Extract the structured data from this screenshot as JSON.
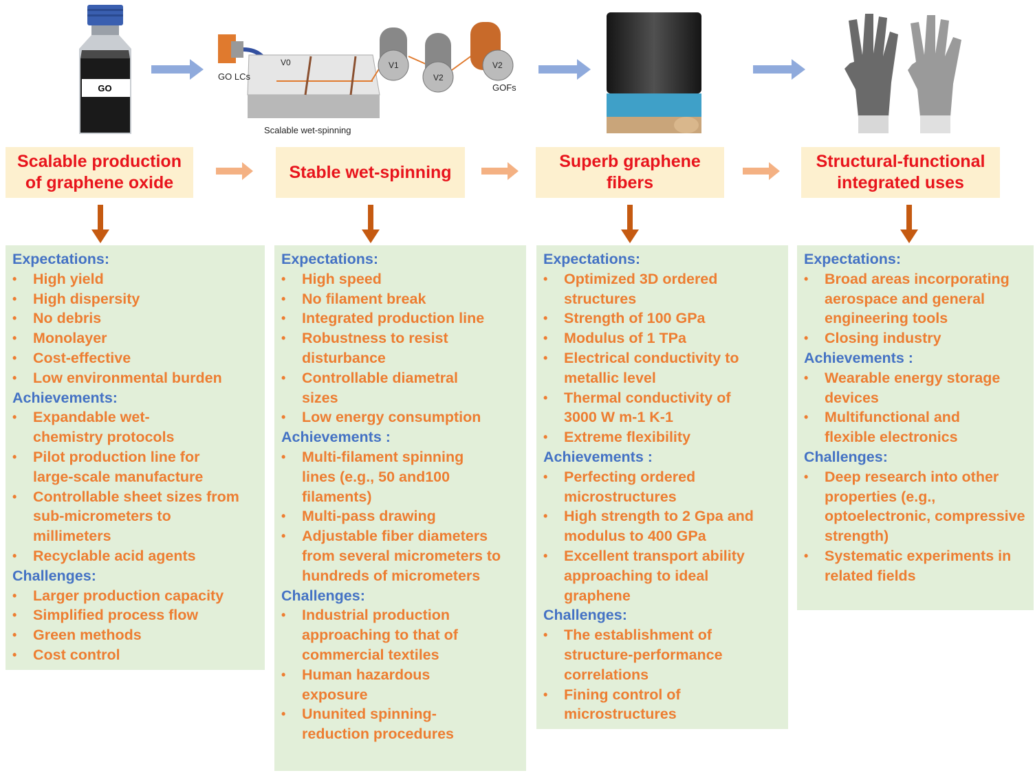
{
  "images": {
    "bottle_label": "GO",
    "spinning_labels": {
      "source": "GO LCs",
      "v0": "V0",
      "v1": "V1",
      "v2a": "V2",
      "v2b": "V2",
      "product": "GOFs",
      "caption": "Scalable wet-spinning"
    }
  },
  "stages": [
    {
      "lines": [
        "Scalable production",
        "of graphene oxide"
      ]
    },
    {
      "lines": [
        "Stable wet-spinning"
      ]
    },
    {
      "lines": [
        "Superb graphene",
        "fibers"
      ]
    },
    {
      "lines": [
        "Structural-functional",
        "integrated uses"
      ]
    }
  ],
  "panels": [
    {
      "sections": [
        {
          "heading": "Expectations:",
          "items": [
            "High yield",
            "High dispersity",
            "No debris",
            "Monolayer",
            "Cost-effective",
            "Low environmental burden"
          ]
        },
        {
          "heading": "Achievements:",
          "items": [
            "Expandable wet-chemistry protocols",
            "Pilot production line for large-scale manufacture",
            "Controllable sheet sizes from sub-micrometers to millimeters",
            "Recyclable acid agents"
          ]
        },
        {
          "heading": "Challenges:",
          "items": [
            "Larger production capacity",
            "Simplified process flow",
            "Green methods",
            "Cost control"
          ]
        }
      ]
    },
    {
      "sections": [
        {
          "heading": "Expectations:",
          "items": [
            "High speed",
            "No filament break",
            "Integrated production line",
            "Robustness to resist disturbance",
            "Controllable diametral sizes",
            "Low energy consumption"
          ]
        },
        {
          "heading": "Achievements :",
          "items": [
            "Multi-filament spinning lines (e.g., 50 and100 filaments)",
            "Multi-pass drawing",
            "Adjustable fiber diameters from several micrometers to hundreds of micrometers"
          ]
        },
        {
          "heading": "Challenges:",
          "items": [
            "Industrial production approaching to that of commercial textiles",
            "Human hazardous exposure",
            "Ununited spinning-reduction procedures"
          ]
        }
      ]
    },
    {
      "sections": [
        {
          "heading": "Expectations:",
          "items": [
            "Optimized 3D ordered structures",
            "Strength of 100 GPa",
            "Modulus of 1 TPa",
            "Electrical conductivity to metallic level",
            "Thermal conductivity of 3000 W m-1 K-1",
            "Extreme flexibility"
          ]
        },
        {
          "heading": "Achievements :",
          "items": [
            "Perfecting ordered microstructures",
            "High strength to 2 Gpa and modulus to 400 GPa",
            "Excellent transport ability approaching to ideal graphene"
          ]
        },
        {
          "heading": "Challenges:",
          "items": [
            "The establishment of structure-performance correlations",
            "Fining control of microstructures"
          ]
        }
      ]
    },
    {
      "sections": [
        {
          "heading": "Expectations:",
          "items": [
            "Broad areas incorporating aerospace and general engineering tools",
            "Closing industry"
          ]
        },
        {
          "heading": "Achievements :",
          "items": [
            "Wearable energy storage devices",
            "Multifunctional and flexible electronics"
          ]
        },
        {
          "heading": "Challenges:",
          "items": [
            "Deep research into other properties (e.g., optoelectronic, compressive strength)",
            "Systematic experiments in related fields"
          ]
        }
      ]
    }
  ],
  "colors": {
    "stage_text": "#e8141c",
    "stage_bg": "#fdf0cf",
    "panel_bg": "#e2efd9",
    "heading": "#4472c4",
    "item": "#ed7d31",
    "down_arrow": "#c55a11",
    "right_arrow_orange": "#f4b183",
    "right_arrow_blue": "#8faadc"
  }
}
